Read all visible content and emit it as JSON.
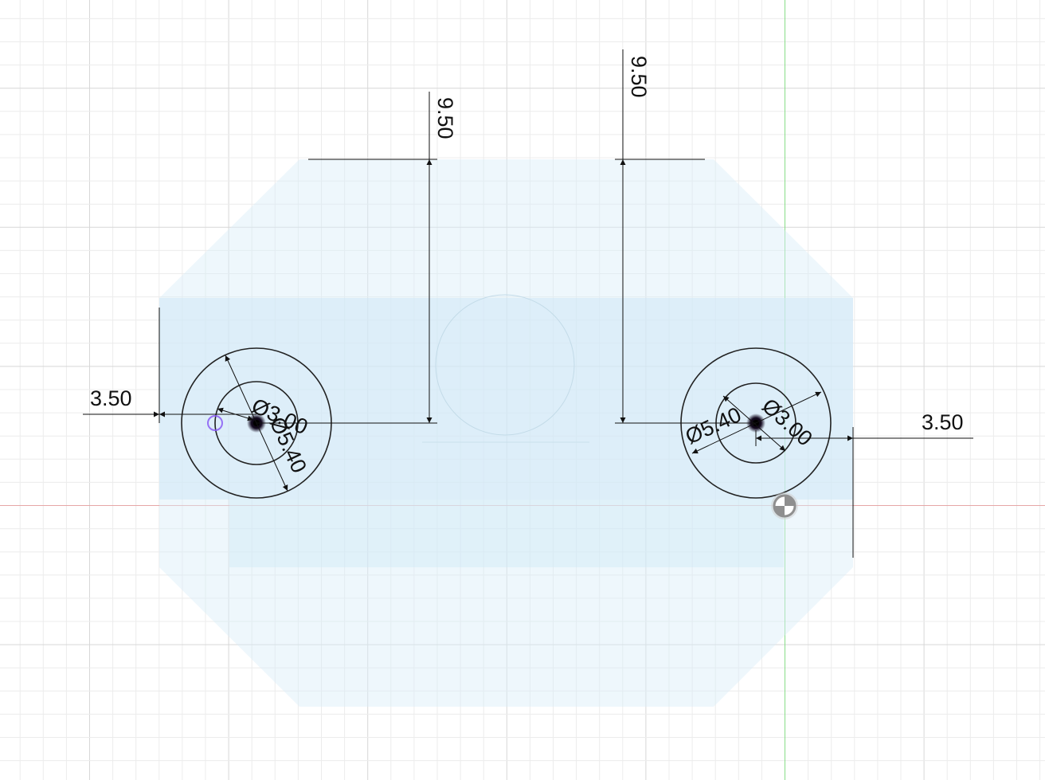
{
  "workspace": {
    "view": "sketch-canvas",
    "colors": {
      "background": "#ffffff",
      "grid_minor": "#ececec",
      "grid_major": "#d7d7d7",
      "axis_vertical": "#88dd88",
      "axis_horizontal": "#e6a6a6",
      "profile_fill": "#d9eef9",
      "dimension": "#111111",
      "selection": "#8a5cf5"
    }
  },
  "sketch": {
    "left_hole": {
      "outer_diameter_label": "Ø5.40",
      "inner_diameter_label": "Ø3.00",
      "edge_offset_label": "3.50"
    },
    "right_hole": {
      "outer_diameter_label": "Ø5.40",
      "inner_diameter_label": "Ø3.00",
      "edge_offset_label": "3.50"
    },
    "vertical_dimensions": {
      "left_label": "9.50",
      "right_label": "9.50"
    }
  }
}
